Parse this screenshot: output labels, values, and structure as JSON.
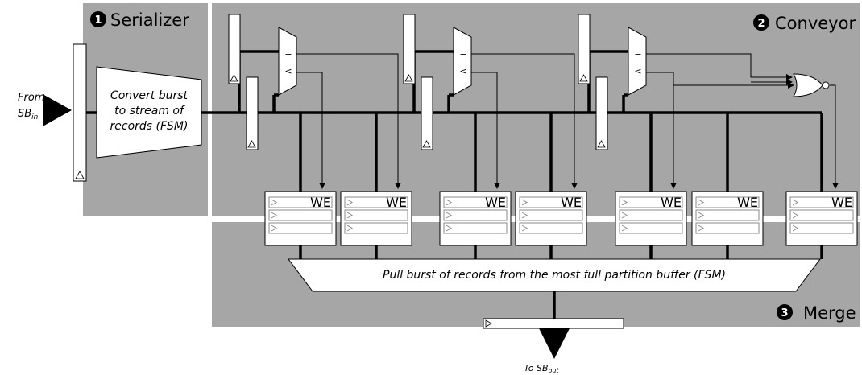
{
  "sections": {
    "serializer": {
      "num": "1",
      "label": "Serializer"
    },
    "conveyor": {
      "num": "2",
      "label": "Conveyor"
    },
    "merge": {
      "num": "3",
      "label": "Merge"
    }
  },
  "input": {
    "from": "From",
    "sb": "SB",
    "sub": "in"
  },
  "output": {
    "to": "To SB",
    "sub": "out"
  },
  "serializer_block": {
    "lines": [
      "Convert burst",
      "to stream of",
      "records (FSM)"
    ]
  },
  "comparator": {
    "eq": "=",
    "lt": "<"
  },
  "buffer": {
    "we": "WE"
  },
  "merge_block": {
    "text": "Pull burst of records from the most full partition buffer (FSM)"
  },
  "colors": {
    "region": "#a6a6a6",
    "wire": "#000000",
    "block": "#ffffff"
  }
}
